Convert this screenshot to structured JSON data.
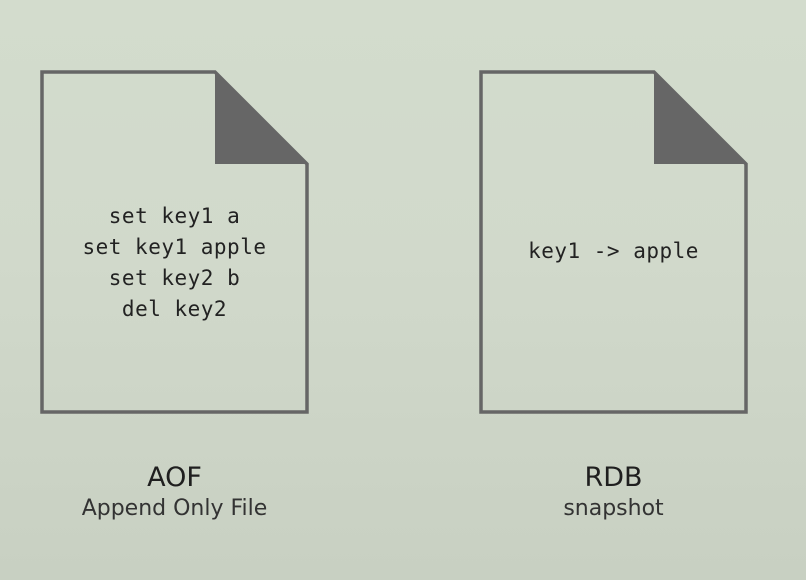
{
  "aof": {
    "lines": [
      "set key1 a",
      "set key1 apple",
      "set key2 b",
      "del key2"
    ],
    "title": "AOF",
    "subtitle": "Append Only File"
  },
  "rdb": {
    "lines": [
      "key1 -> apple"
    ],
    "title": "RDB",
    "subtitle": "snapshot"
  },
  "colors": {
    "page_fill": "#d3dccd",
    "outline": "#666666",
    "fold": "#666666"
  },
  "icons": [
    "document-icon",
    "document-icon"
  ]
}
